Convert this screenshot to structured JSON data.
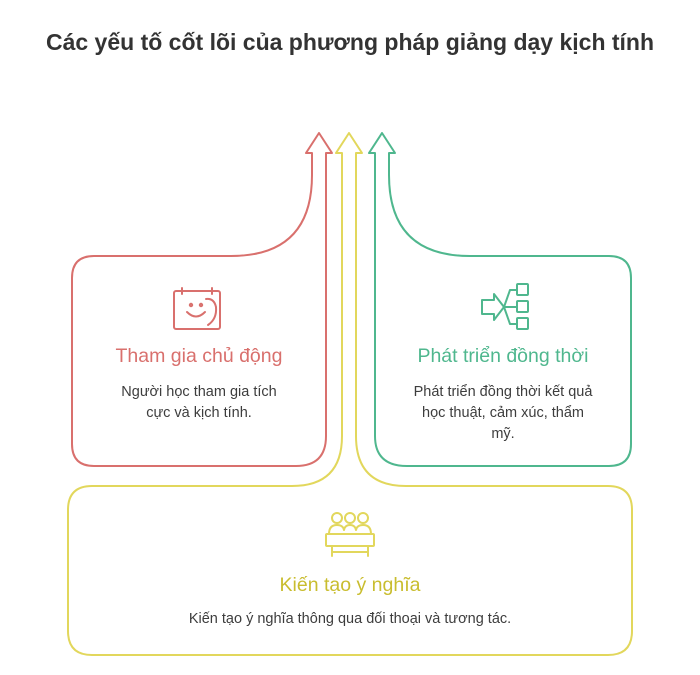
{
  "title": "Các yếu tố cốt lõi của phương pháp giảng dạy kịch tính",
  "colors": {
    "red": "#d9706d",
    "yellow": "#e2d75c",
    "green": "#4fb78e"
  },
  "cards": {
    "left": {
      "title": "Tham gia chủ động",
      "description": "Người học tham gia tích cực và kịch tính.",
      "icon": "drama-masks-icon"
    },
    "right": {
      "title": "Phát triển đồng thời",
      "description": "Phát triển đồng thời kết quả học thuật, cảm xúc, thẩm mỹ.",
      "icon": "distribution-icon"
    },
    "bottom": {
      "title": "Kiến tạo ý nghĩa",
      "description": "Kiến tạo ý nghĩa thông qua đối thoại và tương tác.",
      "icon": "group-meeting-icon"
    }
  }
}
